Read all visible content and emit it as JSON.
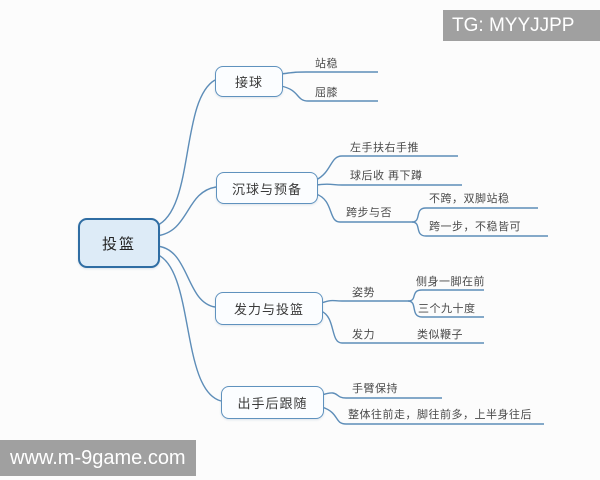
{
  "watermarks": {
    "top": "TG: MYYJJPP",
    "bottom": "www.m-9game.com"
  },
  "mindmap": {
    "root": {
      "label": "投篮"
    },
    "branches": [
      {
        "label": "接球",
        "children": [
          {
            "label": "站稳"
          },
          {
            "label": "屈膝"
          }
        ]
      },
      {
        "label": "沉球与预备",
        "children": [
          {
            "label": "左手扶右手推"
          },
          {
            "label": "球后收 再下蹲"
          },
          {
            "label": "跨步与否",
            "children": [
              {
                "label": "不跨，双脚站稳"
              },
              {
                "label": "跨一步，不稳皆可"
              }
            ]
          }
        ]
      },
      {
        "label": "发力与投篮",
        "children": [
          {
            "label": "姿势",
            "children": [
              {
                "label": "侧身一脚在前"
              },
              {
                "label": "三个九十度"
              }
            ]
          },
          {
            "label": "发力",
            "children": [
              {
                "label": "类似鞭子"
              }
            ]
          }
        ]
      },
      {
        "label": "出手后跟随",
        "children": [
          {
            "label": "手臂保持"
          },
          {
            "label": "整体往前走，脚往前多，上半身往后"
          }
        ]
      }
    ]
  },
  "colors": {
    "line": "#5d8db8",
    "root_fill": "#ddebf7",
    "root_border": "#2f6da3",
    "node_fill": "#fbfdff",
    "node_border": "#5f92be",
    "watermark_bg": "#a0a0a0",
    "watermark_text": "#ffffff"
  }
}
